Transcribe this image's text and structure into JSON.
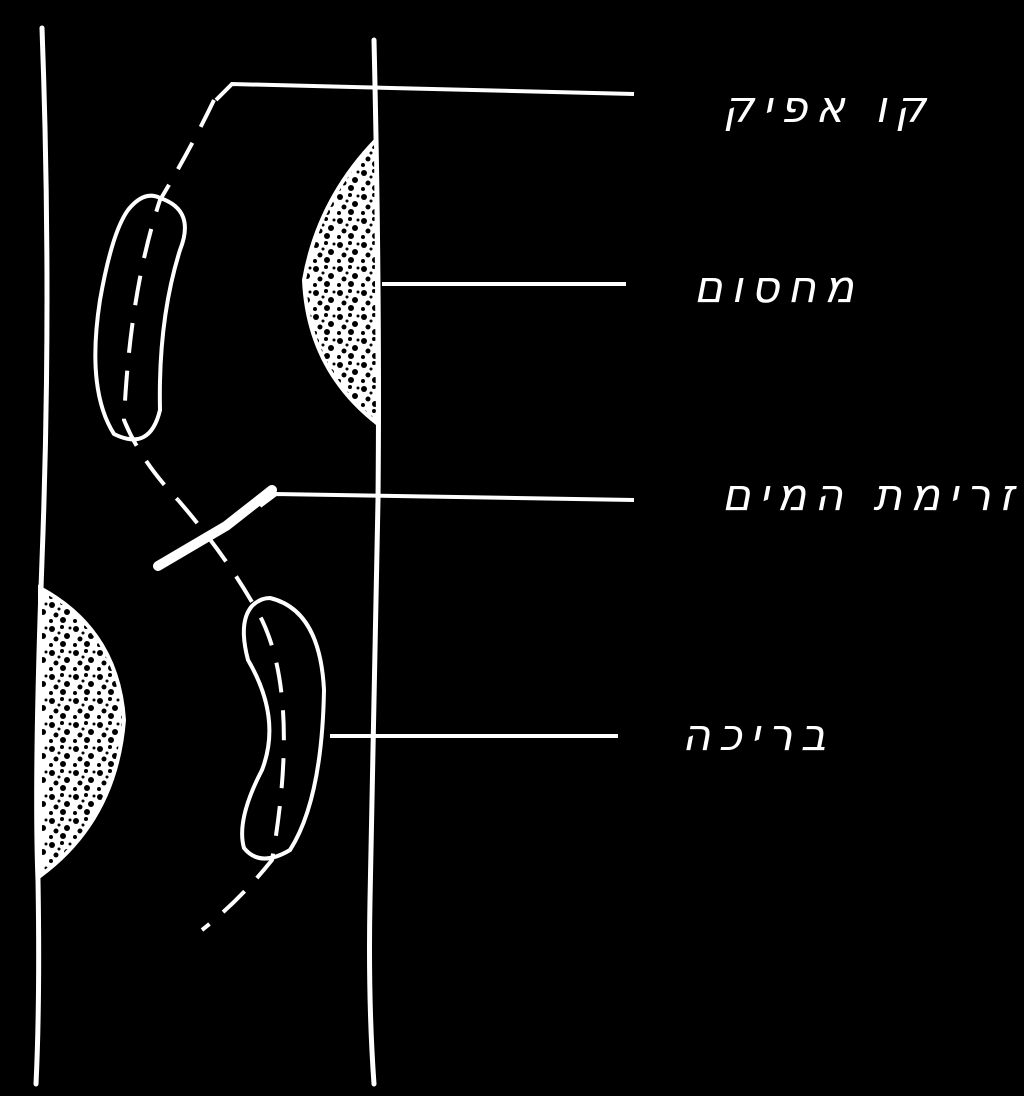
{
  "labels": {
    "apex_line": "קו אפיק",
    "barrier": "מחסום",
    "water_flow": "זרימת המים",
    "pool": "בריכה"
  },
  "colors": {
    "background": "#000000",
    "ink": "#ffffff"
  }
}
